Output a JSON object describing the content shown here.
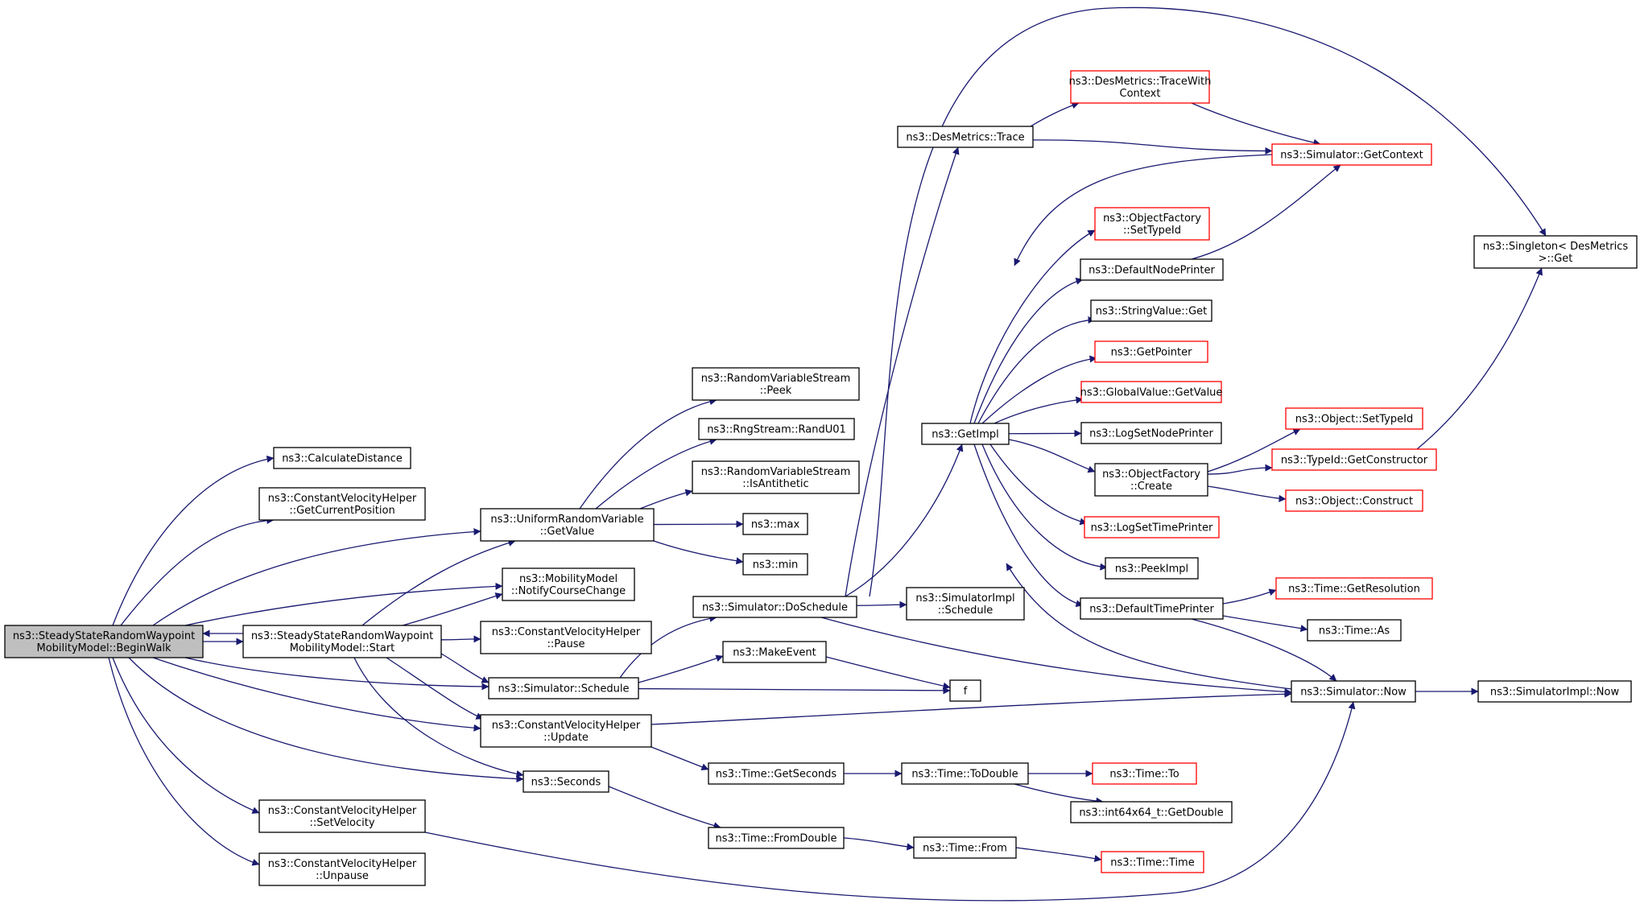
{
  "colors": {
    "edge": "#191970",
    "node_border": "#000000",
    "truncated_border": "#ff0000",
    "root_fill": "#bfbfbf"
  },
  "nodes": [
    {
      "id": "begin",
      "lines": [
        "ns3::SteadyStateRandomWaypoint",
        "MobilityModel::BeginWalk"
      ],
      "style": "root"
    },
    {
      "id": "calcdist",
      "lines": [
        "ns3::CalculateDistance"
      ]
    },
    {
      "id": "getcurpos",
      "lines": [
        "ns3::ConstantVelocityHelper",
        "::GetCurrentPosition"
      ]
    },
    {
      "id": "urvget",
      "lines": [
        "ns3::UniformRandomVariable",
        "::GetValue"
      ]
    },
    {
      "id": "notify",
      "lines": [
        "ns3::MobilityModel",
        "::NotifyCourseChange"
      ]
    },
    {
      "id": "start",
      "lines": [
        "ns3::SteadyStateRandomWaypoint",
        "MobilityModel::Start"
      ]
    },
    {
      "id": "pause",
      "lines": [
        "ns3::ConstantVelocityHelper",
        "::Pause"
      ]
    },
    {
      "id": "schedule",
      "lines": [
        "ns3::Simulator::Schedule"
      ]
    },
    {
      "id": "update",
      "lines": [
        "ns3::ConstantVelocityHelper",
        "::Update"
      ]
    },
    {
      "id": "seconds",
      "lines": [
        "ns3::Seconds"
      ]
    },
    {
      "id": "setvel",
      "lines": [
        "ns3::ConstantVelocityHelper",
        "::SetVelocity"
      ]
    },
    {
      "id": "unpause",
      "lines": [
        "ns3::ConstantVelocityHelper",
        "::Unpause"
      ]
    },
    {
      "id": "peek",
      "lines": [
        "ns3::RandomVariableStream",
        "::Peek"
      ]
    },
    {
      "id": "randu01",
      "lines": [
        "ns3::RngStream::RandU01"
      ]
    },
    {
      "id": "isanti",
      "lines": [
        "ns3::RandomVariableStream",
        "::IsAntithetic"
      ]
    },
    {
      "id": "max",
      "lines": [
        "ns3::max"
      ]
    },
    {
      "id": "min",
      "lines": [
        "ns3::min"
      ]
    },
    {
      "id": "dosched",
      "lines": [
        "ns3::Simulator::DoSchedule"
      ]
    },
    {
      "id": "makeevent",
      "lines": [
        "ns3::MakeEvent"
      ]
    },
    {
      "id": "f",
      "lines": [
        "f"
      ]
    },
    {
      "id": "getsecs",
      "lines": [
        "ns3::Time::GetSeconds"
      ]
    },
    {
      "id": "fromdbl",
      "lines": [
        "ns3::Time::FromDouble"
      ]
    },
    {
      "id": "desmtrace",
      "lines": [
        "ns3::DesMetrics::Trace"
      ]
    },
    {
      "id": "getimpl",
      "lines": [
        "ns3::GetImpl"
      ]
    },
    {
      "id": "simimplsched",
      "lines": [
        "ns3::SimulatorImpl",
        "::Schedule"
      ]
    },
    {
      "id": "todouble",
      "lines": [
        "ns3::Time::ToDouble"
      ]
    },
    {
      "id": "timefrom",
      "lines": [
        "ns3::Time::From"
      ]
    },
    {
      "id": "tracewith",
      "lines": [
        "ns3::DesMetrics::TraceWith",
        "Context"
      ],
      "style": "truncated"
    },
    {
      "id": "getctx",
      "lines": [
        "ns3::Simulator::GetContext"
      ],
      "style": "truncated"
    },
    {
      "id": "ofsettype",
      "lines": [
        "ns3::ObjectFactory",
        "::SetTypeId"
      ],
      "style": "truncated"
    },
    {
      "id": "defnodeprn",
      "lines": [
        "ns3::DefaultNodePrinter"
      ]
    },
    {
      "id": "strget",
      "lines": [
        "ns3::StringValue::Get"
      ]
    },
    {
      "id": "getptr",
      "lines": [
        "ns3::GetPointer"
      ],
      "style": "truncated"
    },
    {
      "id": "gvget",
      "lines": [
        "ns3::GlobalValue::GetValue"
      ],
      "style": "truncated"
    },
    {
      "id": "lognodeprn",
      "lines": [
        "ns3::LogSetNodePrinter"
      ]
    },
    {
      "id": "ofcreate",
      "lines": [
        "ns3::ObjectFactory",
        "::Create"
      ]
    },
    {
      "id": "logtimeprn",
      "lines": [
        "ns3::LogSetTimePrinter"
      ],
      "style": "truncated"
    },
    {
      "id": "peekimpl",
      "lines": [
        "ns3::PeekImpl"
      ]
    },
    {
      "id": "deftimeprn",
      "lines": [
        "ns3::DefaultTimePrinter"
      ]
    },
    {
      "id": "simnow",
      "lines": [
        "ns3::Simulator::Now"
      ]
    },
    {
      "id": "timeto",
      "lines": [
        "ns3::Time::To"
      ],
      "style": "truncated"
    },
    {
      "id": "getdbl",
      "lines": [
        "ns3::int64x64_t::GetDouble"
      ]
    },
    {
      "id": "timetime",
      "lines": [
        "ns3::Time::Time"
      ],
      "style": "truncated"
    },
    {
      "id": "objsettype",
      "lines": [
        "ns3::Object::SetTypeId"
      ],
      "style": "truncated"
    },
    {
      "id": "getctor",
      "lines": [
        "ns3::TypeId::GetConstructor"
      ],
      "style": "truncated"
    },
    {
      "id": "objconstruct",
      "lines": [
        "ns3::Object::Construct"
      ],
      "style": "truncated"
    },
    {
      "id": "getres",
      "lines": [
        "ns3::Time::GetResolution"
      ],
      "style": "truncated"
    },
    {
      "id": "timeas",
      "lines": [
        "ns3::Time::As"
      ]
    },
    {
      "id": "singleton",
      "lines": [
        "ns3::Singleton< DesMetrics",
        ">::Get"
      ]
    },
    {
      "id": "simimplnow",
      "lines": [
        "ns3::SimulatorImpl::Now"
      ]
    }
  ],
  "edges": [
    [
      "begin",
      "calcdist"
    ],
    [
      "begin",
      "getcurpos"
    ],
    [
      "begin",
      "urvget"
    ],
    [
      "begin",
      "notify"
    ],
    [
      "begin",
      "start"
    ],
    [
      "begin",
      "schedule"
    ],
    [
      "begin",
      "update"
    ],
    [
      "begin",
      "seconds"
    ],
    [
      "begin",
      "setvel"
    ],
    [
      "begin",
      "unpause"
    ],
    [
      "start",
      "begin"
    ],
    [
      "start",
      "urvget"
    ],
    [
      "start",
      "notify"
    ],
    [
      "start",
      "pause"
    ],
    [
      "start",
      "schedule"
    ],
    [
      "start",
      "update"
    ],
    [
      "start",
      "seconds"
    ],
    [
      "urvget",
      "peek"
    ],
    [
      "urvget",
      "randu01"
    ],
    [
      "urvget",
      "isanti"
    ],
    [
      "urvget",
      "max"
    ],
    [
      "urvget",
      "min"
    ],
    [
      "schedule",
      "dosched"
    ],
    [
      "schedule",
      "makeevent"
    ],
    [
      "schedule",
      "f"
    ],
    [
      "makeevent",
      "f"
    ],
    [
      "update",
      "simnow"
    ],
    [
      "update",
      "getsecs"
    ],
    [
      "seconds",
      "fromdbl"
    ],
    [
      "setvel",
      "simnow"
    ],
    [
      "dosched",
      "desmtrace"
    ],
    [
      "dosched",
      "getimpl"
    ],
    [
      "dosched",
      "simimplsched"
    ],
    [
      "dosched",
      "simnow"
    ],
    [
      "dosched",
      "singleton"
    ],
    [
      "getsecs",
      "todouble"
    ],
    [
      "fromdbl",
      "timefrom"
    ],
    [
      "todouble",
      "timeto"
    ],
    [
      "todouble",
      "getdbl"
    ],
    [
      "timefrom",
      "timetime"
    ],
    [
      "desmtrace",
      "tracewith"
    ],
    [
      "desmtrace",
      "getctx"
    ],
    [
      "tracewith",
      "getctx"
    ],
    [
      "getctx",
      "getimpl"
    ],
    [
      "getimpl",
      "ofsettype"
    ],
    [
      "getimpl",
      "defnodeprn"
    ],
    [
      "getimpl",
      "strget"
    ],
    [
      "getimpl",
      "getptr"
    ],
    [
      "getimpl",
      "gvget"
    ],
    [
      "getimpl",
      "lognodeprn"
    ],
    [
      "getimpl",
      "ofcreate"
    ],
    [
      "getimpl",
      "logtimeprn"
    ],
    [
      "getimpl",
      "peekimpl"
    ],
    [
      "getimpl",
      "deftimeprn"
    ],
    [
      "defnodeprn",
      "getctx"
    ],
    [
      "ofcreate",
      "objsettype"
    ],
    [
      "ofcreate",
      "getctor"
    ],
    [
      "ofcreate",
      "objconstruct"
    ],
    [
      "getctor",
      "singleton"
    ],
    [
      "deftimeprn",
      "getres"
    ],
    [
      "deftimeprn",
      "timeas"
    ],
    [
      "deftimeprn",
      "simnow"
    ],
    [
      "simnow",
      "getimpl"
    ],
    [
      "simnow",
      "simimplnow"
    ]
  ]
}
